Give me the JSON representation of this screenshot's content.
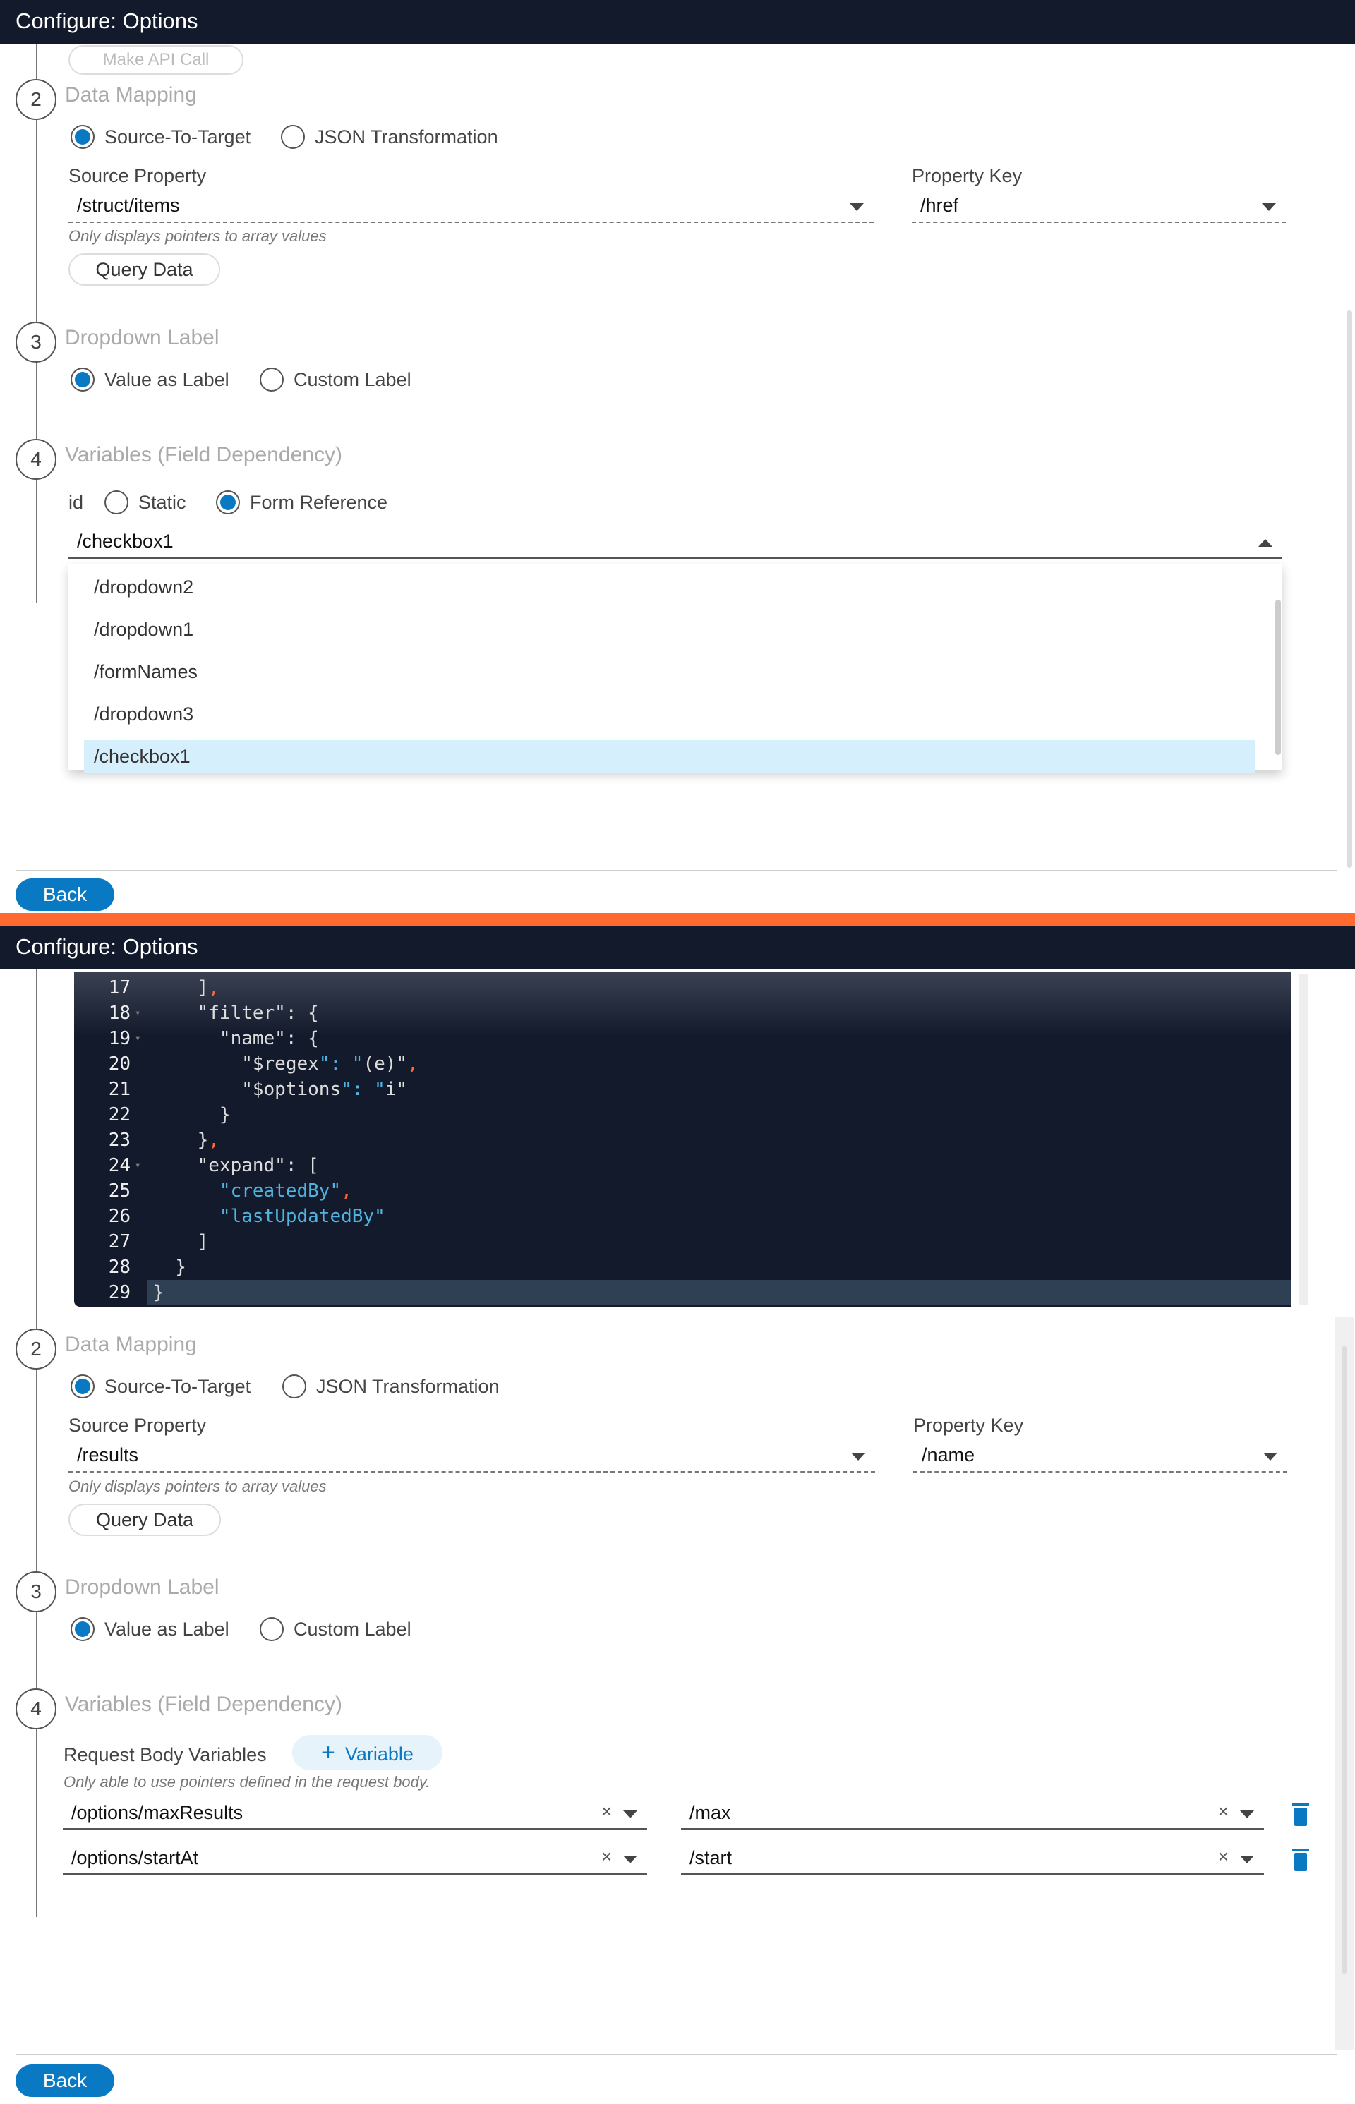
{
  "panels": [
    {
      "title": "Configure: Options",
      "cut_button": "Make API Call",
      "step2": {
        "num": "2",
        "title": "Data Mapping",
        "radio1": "Source-To-Target",
        "radio2": "JSON Transformation",
        "source_label": "Source Property",
        "source_value": "/struct/items",
        "key_label": "Property Key",
        "key_value": "/href",
        "hint": "Only displays pointers to array values",
        "query_button": "Query Data"
      },
      "step3": {
        "num": "3",
        "title": "Dropdown Label",
        "radio1": "Value as Label",
        "radio2": "Custom Label"
      },
      "step4": {
        "num": "4",
        "title": "Variables (Field Dependency)",
        "var_name": "id",
        "radio1": "Static",
        "radio2": "Form Reference",
        "select_value": "/checkbox1",
        "options": [
          "/dropdown2",
          "/dropdown1",
          "/formNames",
          "/dropdown3",
          "/checkbox1"
        ]
      },
      "back": "Back"
    },
    {
      "title": "Configure: Options",
      "code_lines": [
        {
          "n": "17",
          "t": "    ],"
        },
        {
          "n": "18",
          "t": "    \"filter\": {"
        },
        {
          "n": "19",
          "t": "      \"name\": {"
        },
        {
          "n": "20",
          "t": "        \"$regex\": \"(e)\","
        },
        {
          "n": "21",
          "t": "        \"$options\": \"i\""
        },
        {
          "n": "22",
          "t": "      }"
        },
        {
          "n": "23",
          "t": "    },"
        },
        {
          "n": "24",
          "t": "    \"expand\": ["
        },
        {
          "n": "25",
          "t": "      \"createdBy\","
        },
        {
          "n": "26",
          "t": "      \"lastUpdatedBy\""
        },
        {
          "n": "27",
          "t": "    ]"
        },
        {
          "n": "28",
          "t": "  }"
        },
        {
          "n": "29",
          "t": "}"
        }
      ],
      "step2": {
        "num": "2",
        "title": "Data Mapping",
        "radio1": "Source-To-Target",
        "radio2": "JSON Transformation",
        "source_label": "Source Property",
        "source_value": "/results",
        "key_label": "Property Key",
        "key_value": "/name",
        "hint": "Only displays pointers to array values",
        "query_button": "Query Data"
      },
      "step3": {
        "num": "3",
        "title": "Dropdown Label",
        "radio1": "Value as Label",
        "radio2": "Custom Label"
      },
      "step4": {
        "num": "4",
        "title": "Variables (Field Dependency)",
        "rbv_label": "Request Body Variables",
        "add_variable": "Variable",
        "add_icon": "+",
        "hint": "Only able to use pointers defined in the request body.",
        "clear_icon": "×",
        "rows": [
          {
            "pointer": "/options/maxResults",
            "variable": "/max"
          },
          {
            "pointer": "/options/startAt",
            "variable": "/start"
          }
        ]
      },
      "back": "Back"
    }
  ],
  "colors": {
    "header": "#131a2b",
    "accent": "#0a79c4",
    "separator": "#ff6a30",
    "selected": "#d6effd"
  }
}
